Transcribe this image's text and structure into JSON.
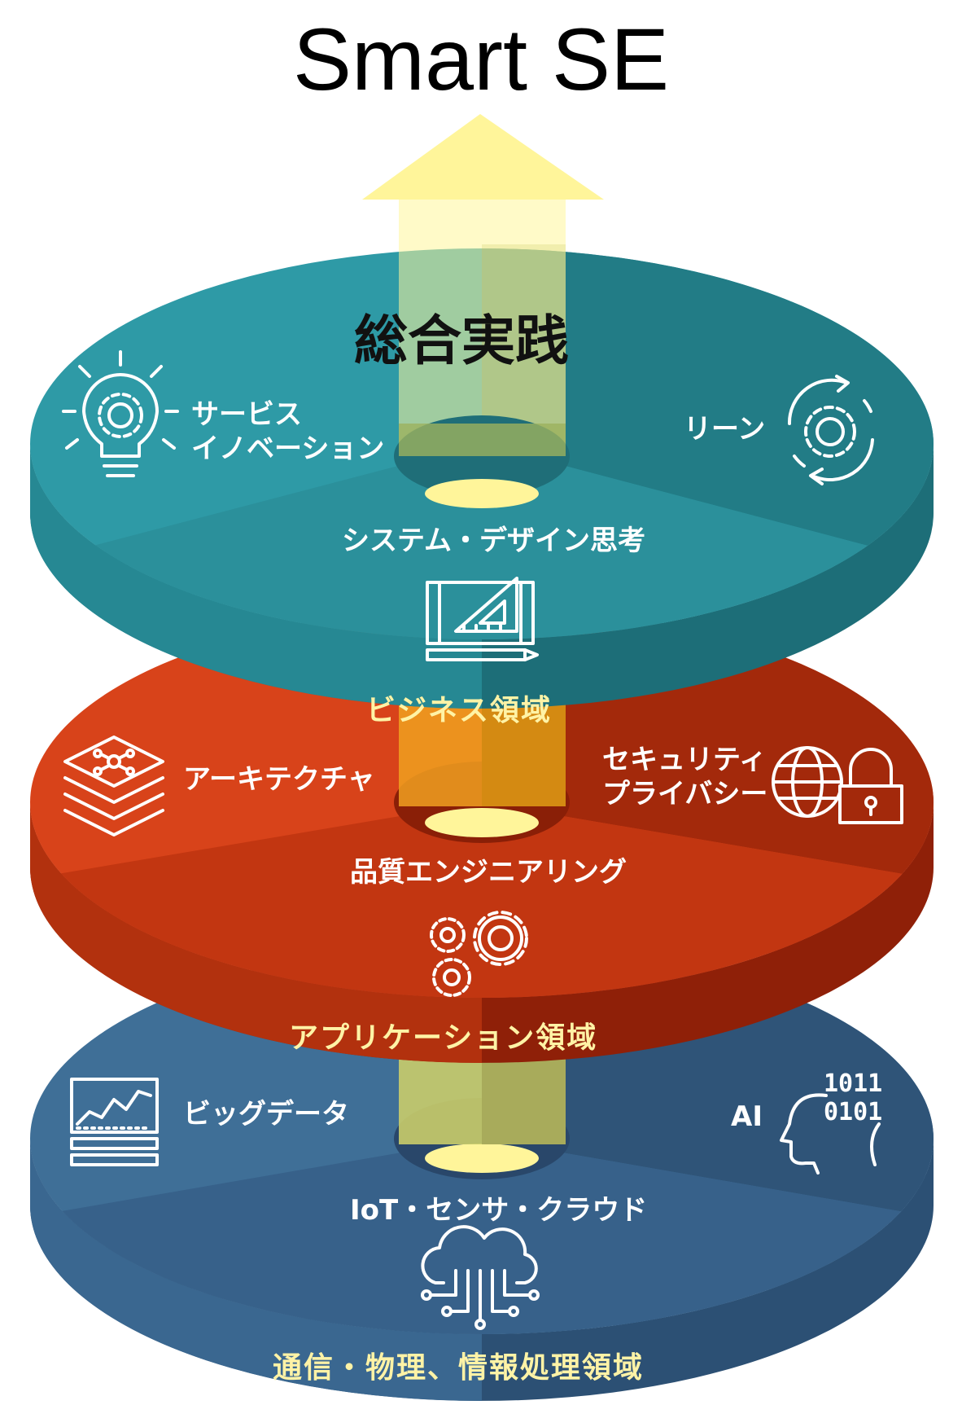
{
  "title": "Smart SE",
  "colors": {
    "arrow": "#fff59a",
    "business_top": "#2e9aa6",
    "application_top": "#d8431a",
    "infra_top": "#3f6f97",
    "domain_label": "#fff3a6",
    "icon_line": "#ffffff"
  },
  "layers": {
    "business": {
      "heading": "総合実践",
      "segment_left_line1": "サービス",
      "segment_left_line2": "イノベーション",
      "segment_left_icon": "lightbulb-gear-icon",
      "segment_right": "リーン",
      "segment_right_icon": "cycle-gear-icon",
      "segment_bottom": "システム・デザイン思考",
      "segment_bottom_icon": "blueprint-ruler-icon",
      "domain": "ビジネス領域"
    },
    "application": {
      "segment_left": "アーキテクチャ",
      "segment_left_icon": "layered-network-icon",
      "segment_right_line1": "セキュリティ",
      "segment_right_line2": "プライバシー",
      "segment_right_icon": "globe-lock-icon",
      "segment_bottom": "品質エンジニアリング",
      "segment_bottom_icon": "gears-icon",
      "domain": "アプリケーション領域"
    },
    "infrastructure": {
      "segment_left": "ビッグデータ",
      "segment_left_icon": "data-dashboard-icon",
      "segment_right": "AI",
      "segment_right_icon": "ai-head-binary-icon",
      "segment_bottom": "IoT・センサ・クラウド",
      "segment_bottom_icon": "cloud-circuit-icon",
      "domain": "通信・物理、情報処理領域"
    }
  }
}
